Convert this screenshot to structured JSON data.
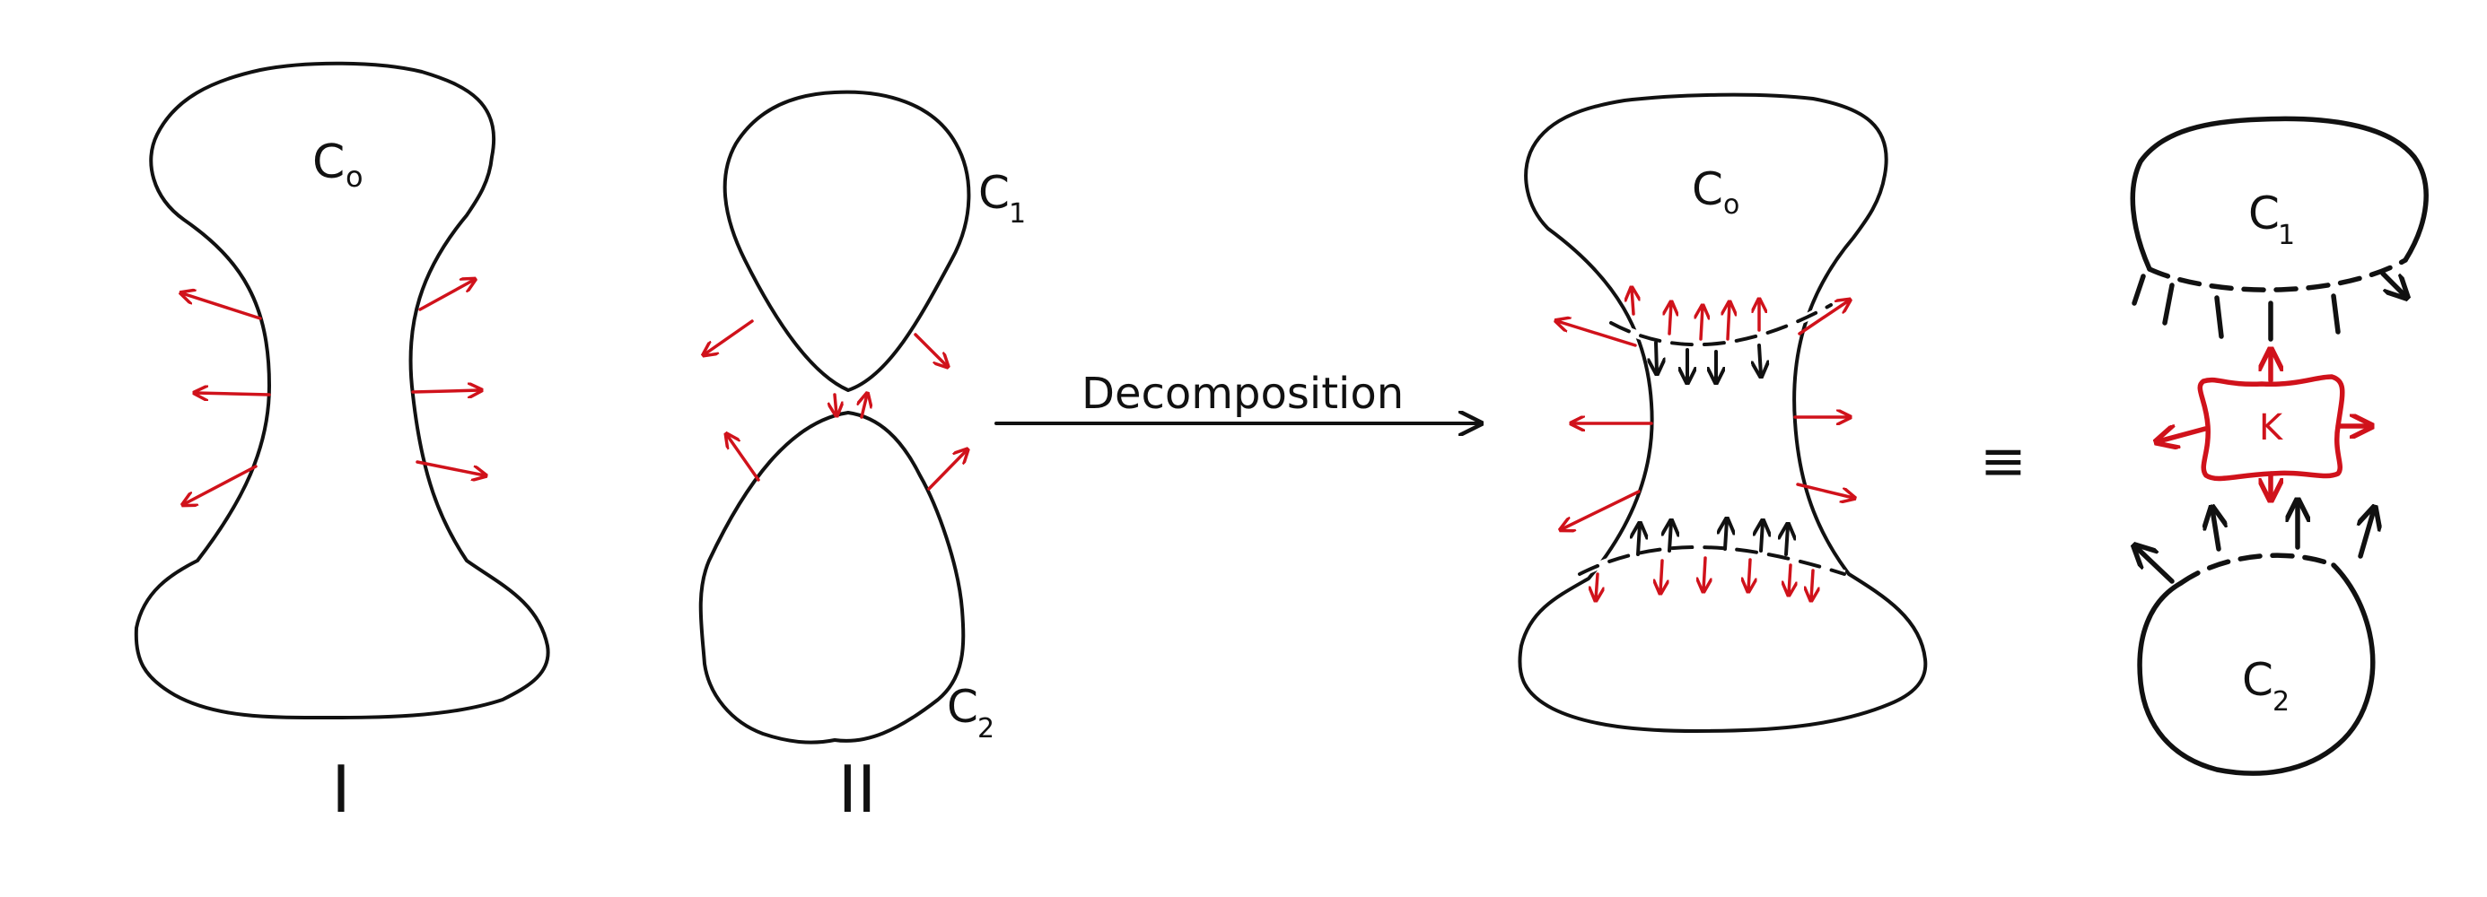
{
  "labels": {
    "c0_left": "C",
    "c0_left_sub": "o",
    "c1": "C",
    "c1_sub": "1",
    "c2": "C",
    "c2_sub": "2",
    "roman_one": "I",
    "roman_two": "II",
    "decomposition": "Decomposition",
    "c0_right": "C",
    "c0_right_sub": "o",
    "c1_right": "C",
    "c1_right_sub": "1",
    "c2_right": "C",
    "c2_right_sub": "2",
    "equiv": "≡",
    "k": "K"
  },
  "colors": {
    "ink": "#111111",
    "accent": "#d0121b"
  }
}
